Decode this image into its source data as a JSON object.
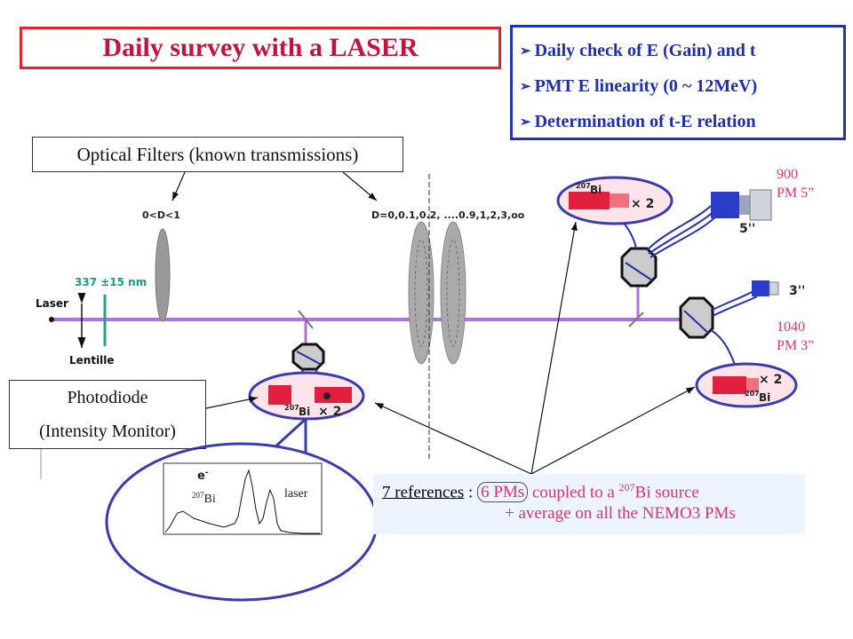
{
  "title": "Daily survey with a LASER",
  "checks": [
    "Daily check of  E (Gain) and t",
    "PMT  E linearity (0 ~ 12MeV)",
    "Determination of t-E relation"
  ],
  "filters_label": "Optical Filters (known transmissions)",
  "photodiode": {
    "line1": "Photodiode",
    "line2": "(Intensity Monitor)"
  },
  "pm5": {
    "line1": "900",
    "line2": "PM 5”"
  },
  "pm3": {
    "line1": "1040",
    "line2": "PM 3”"
  },
  "diagram": {
    "filter_small": "0<D<1",
    "filter_set": "D=0,0.1,0.2, ....0.9,1,2,3,oo",
    "wavelength": "337 ±15 nm",
    "laser": "Laser",
    "lentille": "Lentille",
    "bi_mass": "207",
    "bi": "Bi",
    "times_two": "× 2",
    "size5": "5''",
    "size3": "3''"
  },
  "inset": {
    "electron": "e",
    "electron_sup": "-",
    "bi_mass": "207",
    "bi": "Bi",
    "laser": "laser"
  },
  "references": {
    "label": "7 references",
    "colon": " : ",
    "pms": "6 PMs",
    "coupled": " coupled to a ",
    "bi_mass": "207",
    "bi_source": "Bi source",
    "average": "+ average on all the NEMO3 PMs"
  },
  "colors": {
    "title_border": "#e8202a",
    "title_text": "#c0143c",
    "check_border": "#2233bb",
    "beam": "#b070e0",
    "accent_pink": "#e03070",
    "ellipse": "#3b3bb0"
  }
}
